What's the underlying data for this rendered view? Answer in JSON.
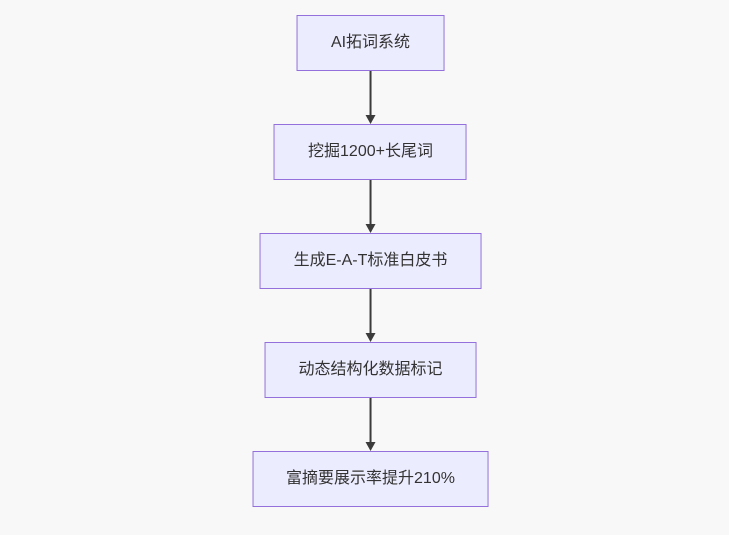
{
  "flowchart": {
    "type": "vertical-flowchart",
    "nodes": [
      {
        "label": "AI拓词系统"
      },
      {
        "label": "挖掘1200+长尾词"
      },
      {
        "label": "生成E-A-T标准白皮书"
      },
      {
        "label": "动态结构化数据标记"
      },
      {
        "label": "富摘要展示率提升210%"
      }
    ],
    "edges": [
      {
        "from": 0,
        "to": 1
      },
      {
        "from": 1,
        "to": 2
      },
      {
        "from": 2,
        "to": 3
      },
      {
        "from": 3,
        "to": 4
      }
    ]
  },
  "colors": {
    "background": "#f8f8f8",
    "node_fill": "#ECECFF",
    "node_border": "#9370DB",
    "arrow": "#3b3b3b",
    "text": "#333333"
  }
}
